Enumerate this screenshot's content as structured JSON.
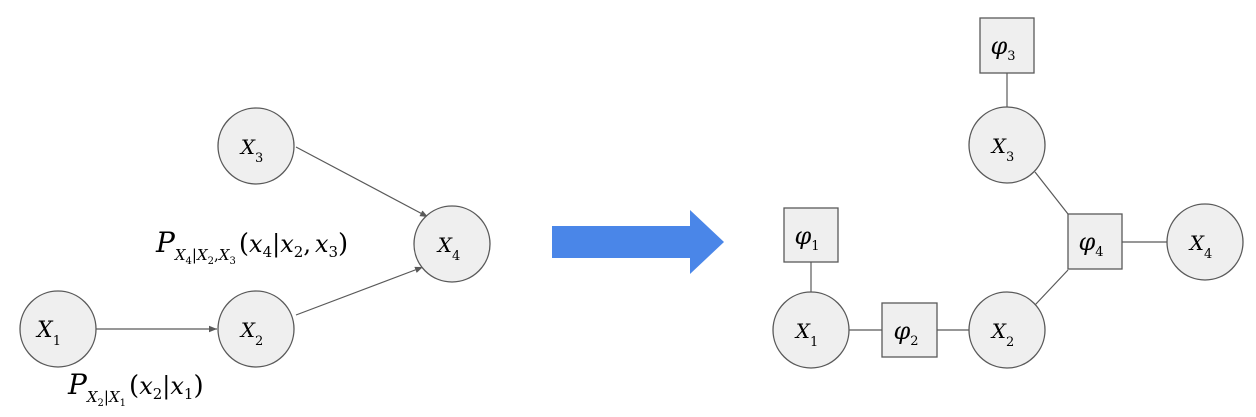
{
  "colors": {
    "node_fill": "#efefef",
    "node_stroke": "#595959",
    "arrow_fill": "#4a86e8"
  },
  "left_graph": {
    "nodes": [
      {
        "id": "X1",
        "label": "X",
        "sub": "1"
      },
      {
        "id": "X2",
        "label": "X",
        "sub": "2"
      },
      {
        "id": "X3",
        "label": "X",
        "sub": "3"
      },
      {
        "id": "X4",
        "label": "X",
        "sub": "4"
      }
    ],
    "edges": [
      {
        "from": "X1",
        "to": "X2"
      },
      {
        "from": "X2",
        "to": "X4"
      },
      {
        "from": "X3",
        "to": "X4"
      }
    ],
    "formula_x4": {
      "P": "P",
      "sub_a": "X",
      "sub_a_idx": "4",
      "sub_bar": "|",
      "sub_b": "X",
      "sub_b_idx": "2",
      "sub_comma": ",",
      "sub_c": "X",
      "sub_c_idx": "3",
      "open": "(",
      "v1": "x",
      "v1_idx": "4",
      "bar": "|",
      "v2": "x",
      "v2_idx": "2",
      "comma": ",",
      "v3": "x",
      "v3_idx": "3",
      "close": ")"
    },
    "formula_x2": {
      "P": "P",
      "sub_a": "X",
      "sub_a_idx": "2",
      "sub_bar": "|",
      "sub_b": "X",
      "sub_b_idx": "1",
      "open": "(",
      "v1": "x",
      "v1_idx": "2",
      "bar": "|",
      "v2": "x",
      "v2_idx": "1",
      "close": ")"
    }
  },
  "transform_arrow": {
    "icon": "right-arrow"
  },
  "right_graph": {
    "var_nodes": [
      {
        "id": "X1",
        "label": "X",
        "sub": "1"
      },
      {
        "id": "X2",
        "label": "X",
        "sub": "2"
      },
      {
        "id": "X3",
        "label": "X",
        "sub": "3"
      },
      {
        "id": "X4",
        "label": "X",
        "sub": "4"
      }
    ],
    "factor_nodes": [
      {
        "id": "phi1",
        "label": "φ",
        "sub": "1"
      },
      {
        "id": "phi2",
        "label": "φ",
        "sub": "2"
      },
      {
        "id": "phi3",
        "label": "φ",
        "sub": "3"
      },
      {
        "id": "phi4",
        "label": "φ",
        "sub": "4"
      }
    ],
    "edges": [
      {
        "from": "phi1",
        "to": "X1"
      },
      {
        "from": "X1",
        "to": "phi2"
      },
      {
        "from": "phi2",
        "to": "X2"
      },
      {
        "from": "X2",
        "to": "phi4"
      },
      {
        "from": "phi3",
        "to": "X3"
      },
      {
        "from": "X3",
        "to": "phi4"
      },
      {
        "from": "phi4",
        "to": "X4"
      }
    ]
  }
}
